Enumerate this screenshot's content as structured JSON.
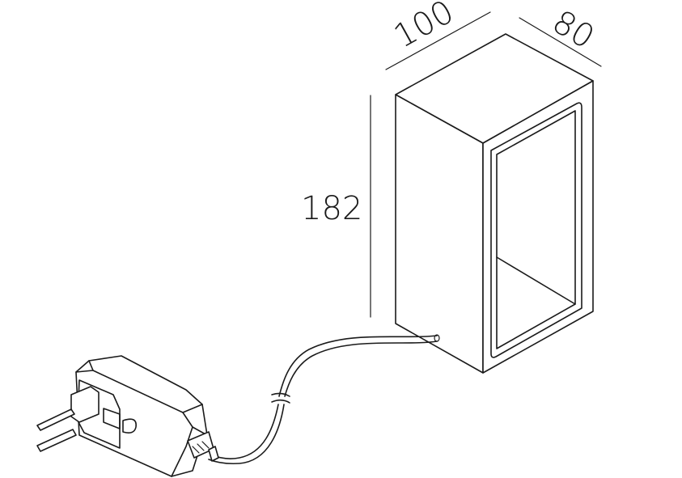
{
  "dimensions": {
    "width": "100",
    "depth": "80",
    "height": "182"
  }
}
